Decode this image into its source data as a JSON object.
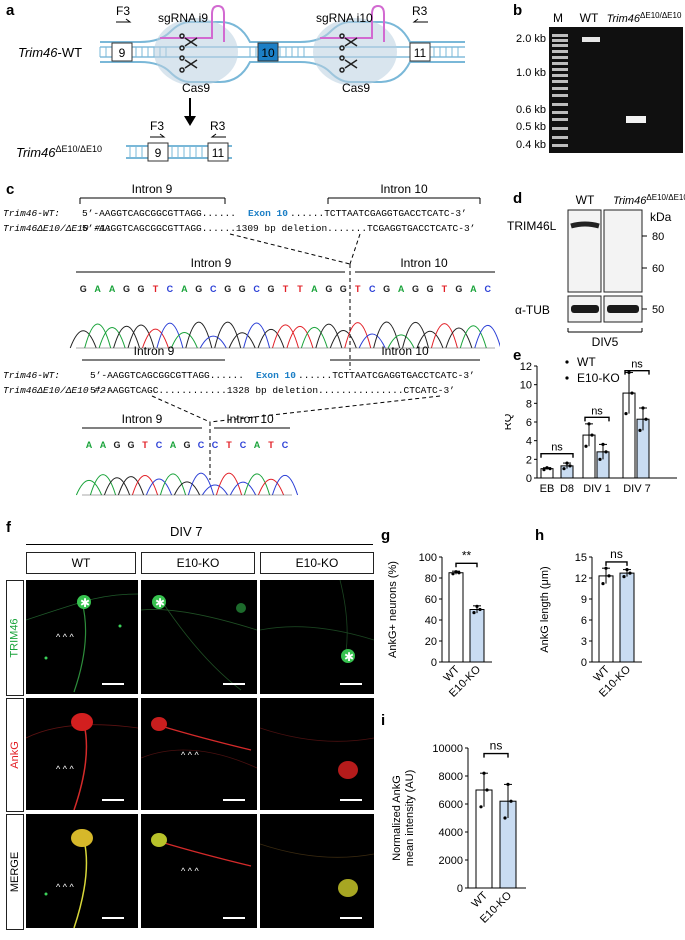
{
  "panels": {
    "a": {
      "label": "a",
      "wt_label": "Trim46",
      "wt_suffix": "-WT",
      "ko_label": "Trim46",
      "ko_sup": "ΔE10/ΔE10",
      "exons": [
        "9",
        "10",
        "11"
      ],
      "sgrna_left": "sgRNA i9",
      "sgrna_right": "sgRNA i10",
      "cas9": "Cas9",
      "primer_f": "F3",
      "primer_r": "R3"
    },
    "b": {
      "label": "b",
      "lanes": [
        "M",
        "WT",
        "Trim46ΔE10/ΔE10"
      ],
      "ladder": [
        "2.0 kb",
        "1.0 kb",
        "0.6 kb",
        "0.5 kb",
        "0.4 kb"
      ]
    },
    "c": {
      "label": "c",
      "intron9": "Intron 9",
      "intron10": "Intron 10",
      "wt_name": "Trim46-WT:",
      "ko1_name": "Trim46ΔE10/ΔE10 #1:",
      "ko2_name": "Trim46ΔE10/ΔE10 #2:",
      "wt_seq_a": "5’-AAGGTCAGCGGCGTTAGG......",
      "exon10": "Exon 10",
      "wt_seq_b": "......TCTTAATCGAGGTGACCTCATC-3’",
      "ko1_seq": "5’-AAGGTCAGCGGCGTTAGG......1309 bp deletion.......TCGAGGTGACCTCATC-3’",
      "ko2_seq": "5’-AAGGTCAGC............1328 bp deletion...............CTCATC-3’",
      "chrom1": [
        "G",
        "A",
        "A",
        "G",
        "G",
        "T",
        "C",
        "A",
        "G",
        "C",
        "G",
        "G",
        "C",
        "G",
        "T",
        "T",
        "A",
        "G",
        "G",
        "T",
        "C",
        "G",
        "A",
        "G",
        "G",
        "T",
        "G",
        "A",
        "C"
      ],
      "chrom2": [
        "A",
        "A",
        "G",
        "G",
        "T",
        "C",
        "A",
        "G",
        "C",
        "C",
        "T",
        "C",
        "A",
        "T",
        "C"
      ]
    },
    "d": {
      "label": "d",
      "col_wt": "WT",
      "col_ko": "Trim46",
      "col_ko_sup": "ΔE10/ΔE10",
      "kda": "kDa",
      "markers": [
        "80",
        "60",
        "50"
      ],
      "band1": "TRIM46L",
      "band2": "α-TUB",
      "div": "DIV5"
    },
    "e": {
      "label": "e",
      "legend": [
        "WT",
        "E10-KO"
      ],
      "ylabel": "RQ",
      "yticks": [
        "0",
        "2",
        "4",
        "6",
        "8",
        "10",
        "12"
      ],
      "groups": [
        "EB",
        "D8",
        "DIV 1",
        "DIV 7"
      ],
      "ns": "ns"
    },
    "f": {
      "label": "f",
      "title": "DIV 7",
      "cols": [
        "WT",
        "E10-KO",
        "E10-KO"
      ],
      "rows": [
        "TRIM46",
        "AnkG",
        "MERGE"
      ],
      "row_colors": [
        "#19a33a",
        "#e21f26",
        "#000000"
      ]
    },
    "g": {
      "label": "g",
      "ylabel": "AnkG+ neurons (%)",
      "yticks": [
        "0",
        "20",
        "40",
        "60",
        "80",
        "100"
      ],
      "xcats": [
        "WT",
        "E10-KO"
      ],
      "sig": "**"
    },
    "h": {
      "label": "h",
      "ylabel": "AnkG length (μm)",
      "yticks": [
        "0",
        "3",
        "6",
        "9",
        "12",
        "15"
      ],
      "xcats": [
        "WT",
        "E10-KO"
      ],
      "sig": "ns"
    },
    "i": {
      "label": "i",
      "ylabel1": "Normalized AnkG",
      "ylabel2": "mean intensity (AU)",
      "yticks": [
        "0",
        "2000",
        "4000",
        "6000",
        "8000",
        "10000"
      ],
      "xcats": [
        "WT",
        "E10-KO"
      ],
      "sig": "ns"
    }
  },
  "colors": {
    "wt_bar": "#ffffff",
    "ko_bar": "#c9dcf2",
    "exon_blue": "#1c7fc6",
    "dna": "#7ab8d8",
    "sgrna": "#d26ad1"
  },
  "chart_data": [
    {
      "type": "bar",
      "title": "",
      "ylabel": "RQ",
      "ylim": [
        0,
        12
      ],
      "categories": [
        "EB",
        "D8",
        "DIV 1",
        "DIV 7"
      ],
      "series": [
        {
          "name": "WT",
          "values": [
            1.0,
            null,
            4.6,
            9.1
          ]
        },
        {
          "name": "E10-KO",
          "values": [
            null,
            1.3,
            2.8,
            6.3
          ]
        }
      ]
    },
    {
      "type": "bar",
      "title": "",
      "ylabel": "AnkG+ neurons (%)",
      "ylim": [
        0,
        100
      ],
      "categories": [
        "WT",
        "E10-KO"
      ],
      "values": [
        85,
        50
      ]
    },
    {
      "type": "bar",
      "title": "",
      "ylabel": "AnkG length (μm)",
      "ylim": [
        0,
        15
      ],
      "categories": [
        "WT",
        "E10-KO"
      ],
      "values": [
        12.3,
        12.7
      ]
    },
    {
      "type": "bar",
      "title": "",
      "ylabel": "Normalized AnkG mean intensity (AU)",
      "ylim": [
        0,
        10000
      ],
      "categories": [
        "WT",
        "E10-KO"
      ],
      "values": [
        7000,
        6200
      ]
    }
  ]
}
